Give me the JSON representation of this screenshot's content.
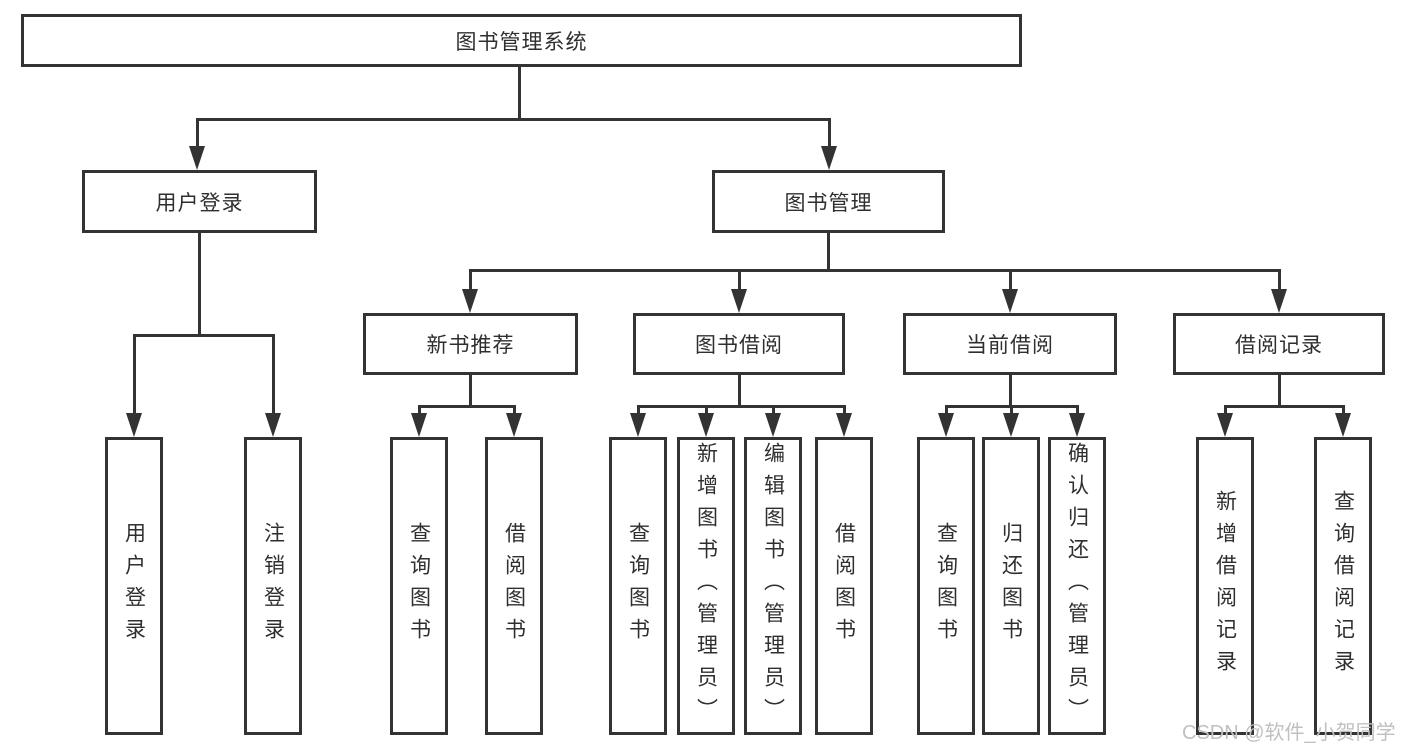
{
  "diagram": {
    "root": "图书管理系统",
    "level2": {
      "user_login": "用户登录",
      "book_management": "图书管理"
    },
    "level3": {
      "new_books": "新书推荐",
      "book_borrow": "图书借阅",
      "current_borrow": "当前借阅",
      "borrow_records": "借阅记录"
    },
    "leaves": {
      "user_login": [
        "用户登录",
        "注销登录"
      ],
      "new_books": [
        "查询图书",
        "借阅图书"
      ],
      "book_borrow": [
        "查询图书",
        "新增图书（管理员）",
        "编辑图书（管理员）",
        "借阅图书"
      ],
      "current_borrow": [
        "查询图书",
        "归还图书",
        "确认归还（管理员）"
      ],
      "borrow_records": [
        "新增借阅记录",
        "查询借阅记录"
      ]
    }
  },
  "watermark": "CSDN @软件_小贺同学",
  "colors": {
    "line": "#333333",
    "text": "#2f2f2f",
    "watermark": "#c0c0c0",
    "background": "#ffffff"
  }
}
